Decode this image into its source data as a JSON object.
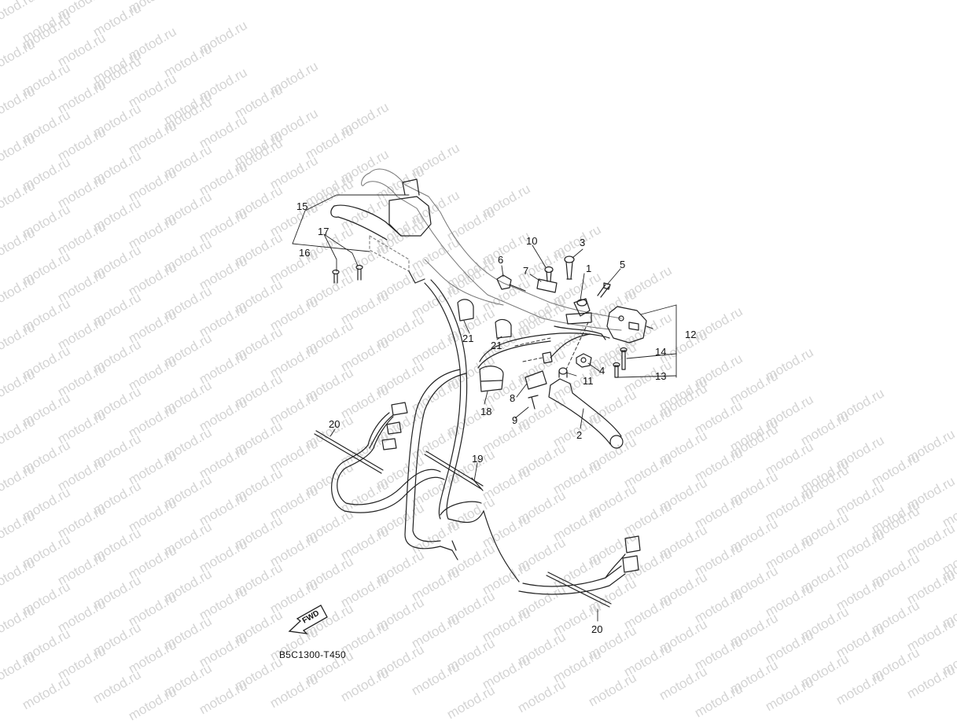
{
  "watermark": {
    "text": "motod.ru",
    "color": "#d4d4d4"
  },
  "diagram_code": "B5C1300-T450",
  "fwd_label": "FWD",
  "callouts": [
    {
      "id": "c1",
      "text": "1"
    },
    {
      "id": "c2",
      "text": "2"
    },
    {
      "id": "c3",
      "text": "3"
    },
    {
      "id": "c4",
      "text": "4"
    },
    {
      "id": "c5",
      "text": "5"
    },
    {
      "id": "c6",
      "text": "6"
    },
    {
      "id": "c7",
      "text": "7"
    },
    {
      "id": "c8",
      "text": "8"
    },
    {
      "id": "c9",
      "text": "9"
    },
    {
      "id": "c10",
      "text": "10"
    },
    {
      "id": "c11",
      "text": "11"
    },
    {
      "id": "c12",
      "text": "12"
    },
    {
      "id": "c13",
      "text": "13"
    },
    {
      "id": "c14",
      "text": "14"
    },
    {
      "id": "c15",
      "text": "15"
    },
    {
      "id": "c16",
      "text": "16"
    },
    {
      "id": "c17",
      "text": "17"
    },
    {
      "id": "c18",
      "text": "18"
    },
    {
      "id": "c19",
      "text": "19"
    },
    {
      "id": "c20a",
      "text": "20"
    },
    {
      "id": "c20b",
      "text": "20"
    },
    {
      "id": "c21a",
      "text": "21"
    },
    {
      "id": "c21b",
      "text": "21"
    }
  ]
}
